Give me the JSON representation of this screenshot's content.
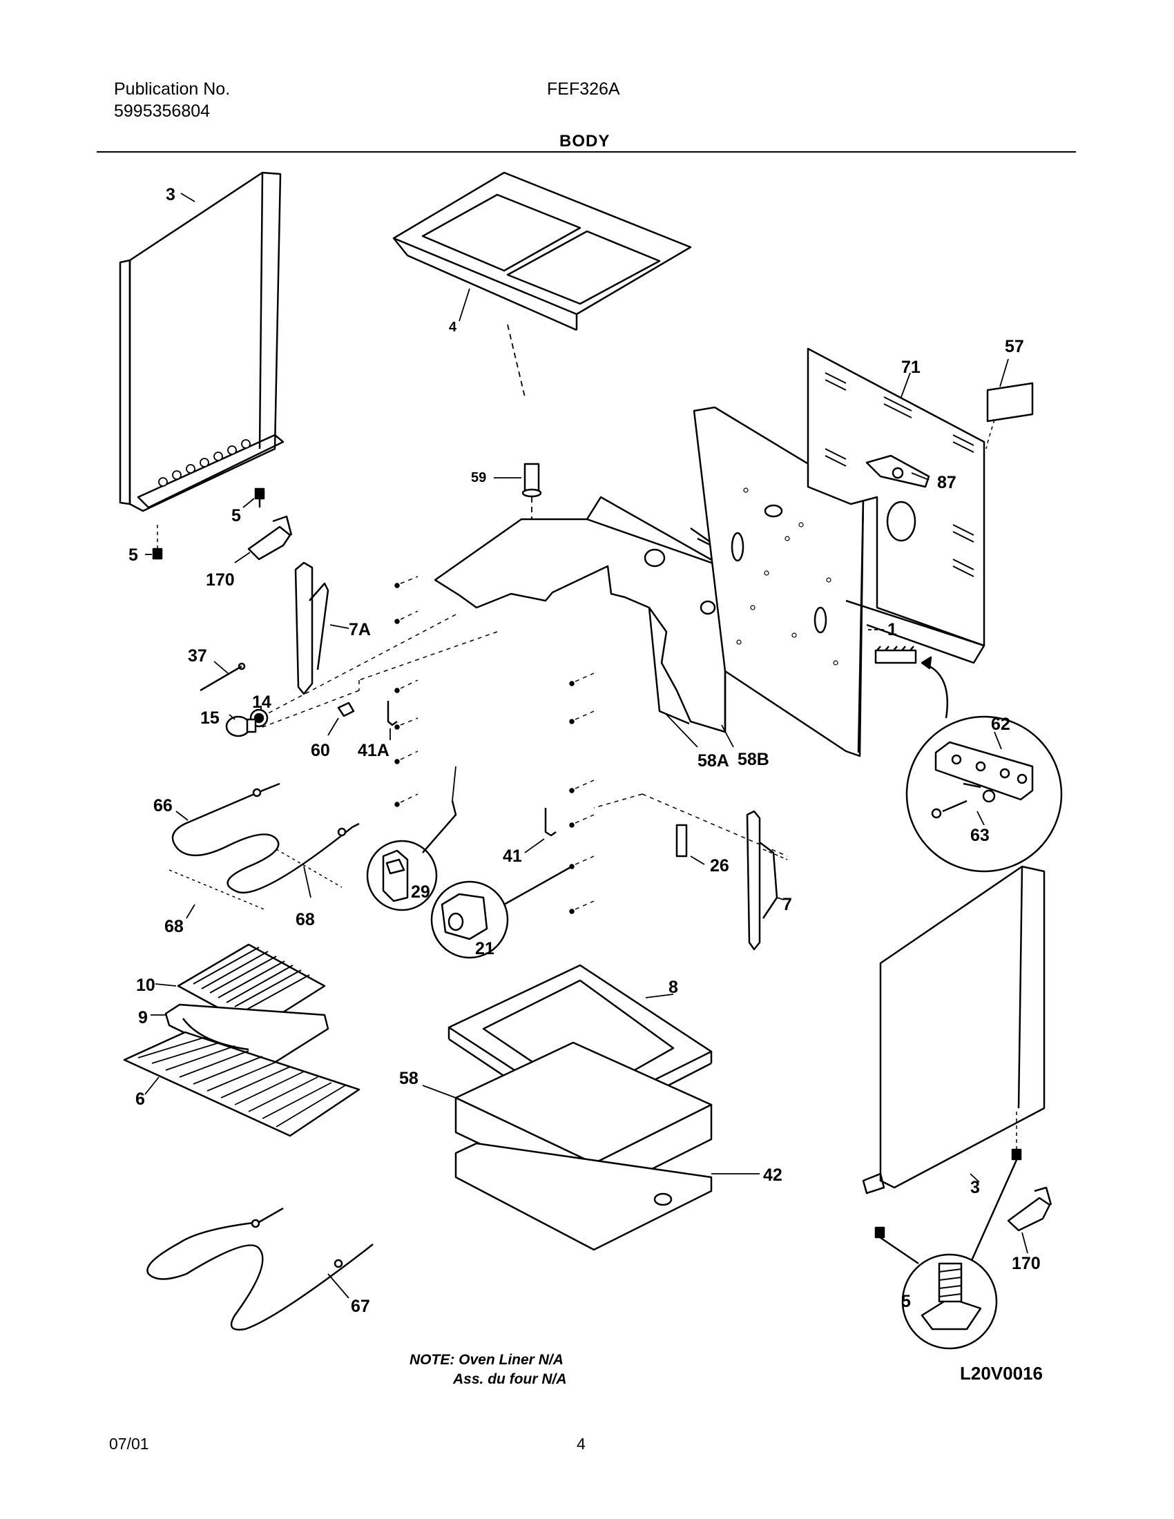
{
  "header": {
    "publication_label": "Publication No.",
    "publication_number": "5995356804",
    "model": "FEF326A",
    "section_title": "BODY"
  },
  "part_labels": {
    "p3_left": "3",
    "p3_right": "3",
    "p4": "4",
    "p5_a": "5",
    "p5_b": "5",
    "p5_c": "5",
    "p170_left": "170",
    "p170_right": "170",
    "p7a": "7A",
    "p37": "37",
    "p14": "14",
    "p15": "15",
    "p60": "60",
    "p41a": "41A",
    "p59": "59",
    "p1": "1",
    "p57": "57",
    "p71": "71",
    "p87": "87",
    "p62": "62",
    "p63": "63",
    "p58a": "58A",
    "p58b": "58B",
    "p66": "66",
    "p68_a": "68",
    "p68_b": "68",
    "p29": "29",
    "p21": "21",
    "p41": "41",
    "p26": "26",
    "p7": "7",
    "p10": "10",
    "p9": "9",
    "p6": "6",
    "p8": "8",
    "p58": "58",
    "p42": "42",
    "p67": "67"
  },
  "note": {
    "line1": "NOTE: Oven Liner N/A",
    "line2": "Ass. du four N/A"
  },
  "drawing_id": "L20V0016",
  "footer": {
    "date": "07/01",
    "page": "4"
  }
}
